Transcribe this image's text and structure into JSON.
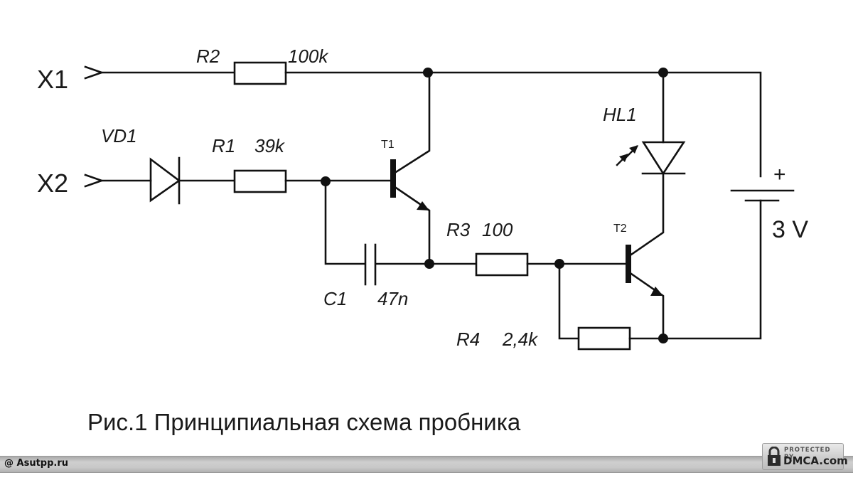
{
  "diagram": {
    "title": "Рис.1  Принципиальная схема пробника",
    "terminals": [
      {
        "id": "X1",
        "label": "X1"
      },
      {
        "id": "X2",
        "label": "X2"
      }
    ],
    "components": {
      "R2": {
        "ref": "R2",
        "value": "100k",
        "type": "resistor"
      },
      "R1": {
        "ref": "R1",
        "value": "39k",
        "type": "resistor"
      },
      "R3": {
        "ref": "R3",
        "value": "100",
        "type": "resistor"
      },
      "R4": {
        "ref": "R4",
        "value": "2,4k",
        "type": "resistor"
      },
      "C1": {
        "ref": "C1",
        "value": "47n",
        "type": "capacitor"
      },
      "VD1": {
        "ref": "VD1",
        "type": "diode"
      },
      "HL1": {
        "ref": "HL1",
        "type": "led"
      },
      "T1": {
        "ref": "T1",
        "type": "npn-transistor"
      },
      "T2": {
        "ref": "T2",
        "type": "npn-transistor"
      },
      "battery": {
        "polarity": "+",
        "value": "3 V",
        "type": "battery"
      }
    }
  },
  "footer": {
    "credit": "@ Asutpp.ru",
    "badge_top": "PROTECTED BY",
    "badge_main": "DMCA.com"
  }
}
